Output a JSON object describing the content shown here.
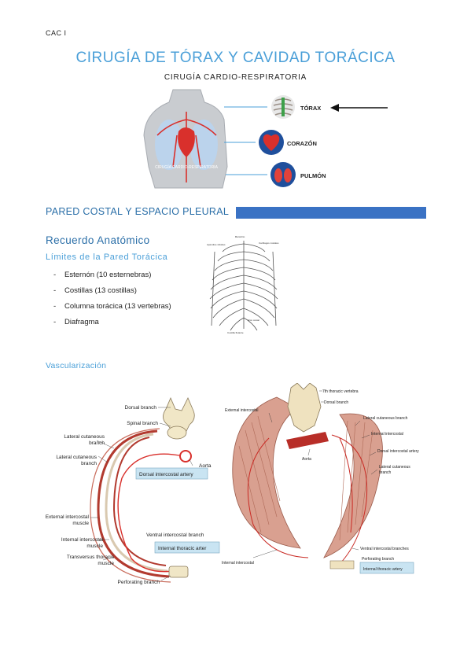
{
  "header": {
    "code": "CAC I"
  },
  "title": "CIRUGÍA DE TÓRAX Y CAVIDAD TORÁCICA",
  "subtitle": "CIRUGÍA CARDIO-RESPIRATORIA",
  "hero": {
    "torso_label": "CIRUGÍA CARDIO-RESPIRATORIA",
    "organs": [
      {
        "label": "TÓRAX",
        "icon": "rib-cage-icon"
      },
      {
        "label": "CORAZÓN",
        "icon": "heart-icon"
      },
      {
        "label": "PULMÓN",
        "icon": "lungs-icon"
      }
    ]
  },
  "section": {
    "title": "PARED COSTAL Y ESPACIO PLEURAL",
    "bar_color": "#3a72c4"
  },
  "recuerdo": {
    "heading": "Recuerdo Anatómico",
    "subheading": "Límites de la Pared Torácica",
    "items": [
      {
        "dash": "-",
        "text": "Esternón (10 esternebras)"
      },
      {
        "dash": "-",
        "text": "Costillas (13 costillas)"
      },
      {
        "dash": "-",
        "text": "Columna torácica (13 vertebras)"
      },
      {
        "dash": "-",
        "text": "Diafragma"
      }
    ],
    "ribcage_labels": {
      "manubrium": "Manubrio",
      "costal_cartilage": "Cartílagos costales",
      "xiphoid": "Apéndice xifoides",
      "costal_arch": "Arco costal",
      "floating_rib": "Costilla flotante"
    }
  },
  "vascularizacion": {
    "heading": "Vascularización",
    "left_labels": {
      "dorsal_branch": "Dorsal branch",
      "spinal_branch": "Spinal branch",
      "lat_cut_1": [
        "Lateral cutaneous",
        "branch"
      ],
      "lat_cut_2": [
        "Lateral cutaneous",
        "branch"
      ],
      "aorta": "Aorta",
      "dorsal_ic_artery": "Dorsal intercostal artery",
      "ext_ic": [
        "External intercostal",
        "muscle"
      ],
      "int_ic": [
        "Internal intercostal",
        "muscle"
      ],
      "transv": [
        "Transversus thoracis",
        "muscle"
      ],
      "ventral_ic": "Ventral intercostal branch",
      "int_thor": "Internal thoracic arter",
      "perforating": "Perforating branch"
    },
    "right_labels": {
      "vertebra": "7th thoracic vertebra",
      "dorsal_branch": "Dorsal branch",
      "ext_ic": "External intercostal",
      "lat_cut": "Lateral cutaneous branch",
      "int_ic_top": "Internal intercostal",
      "dorsal_ic_artery": "Dorsal intercostal artery",
      "lat_cut_2": [
        "Lateral cutaneous",
        "branch"
      ],
      "aorta": "Aorta",
      "int_ic_bottom": "Internal intercostal",
      "ventral_branches": "Ventral intercostal  branches",
      "perforating": "Perforating branch",
      "int_thor": "Internal thoracic artery"
    }
  }
}
